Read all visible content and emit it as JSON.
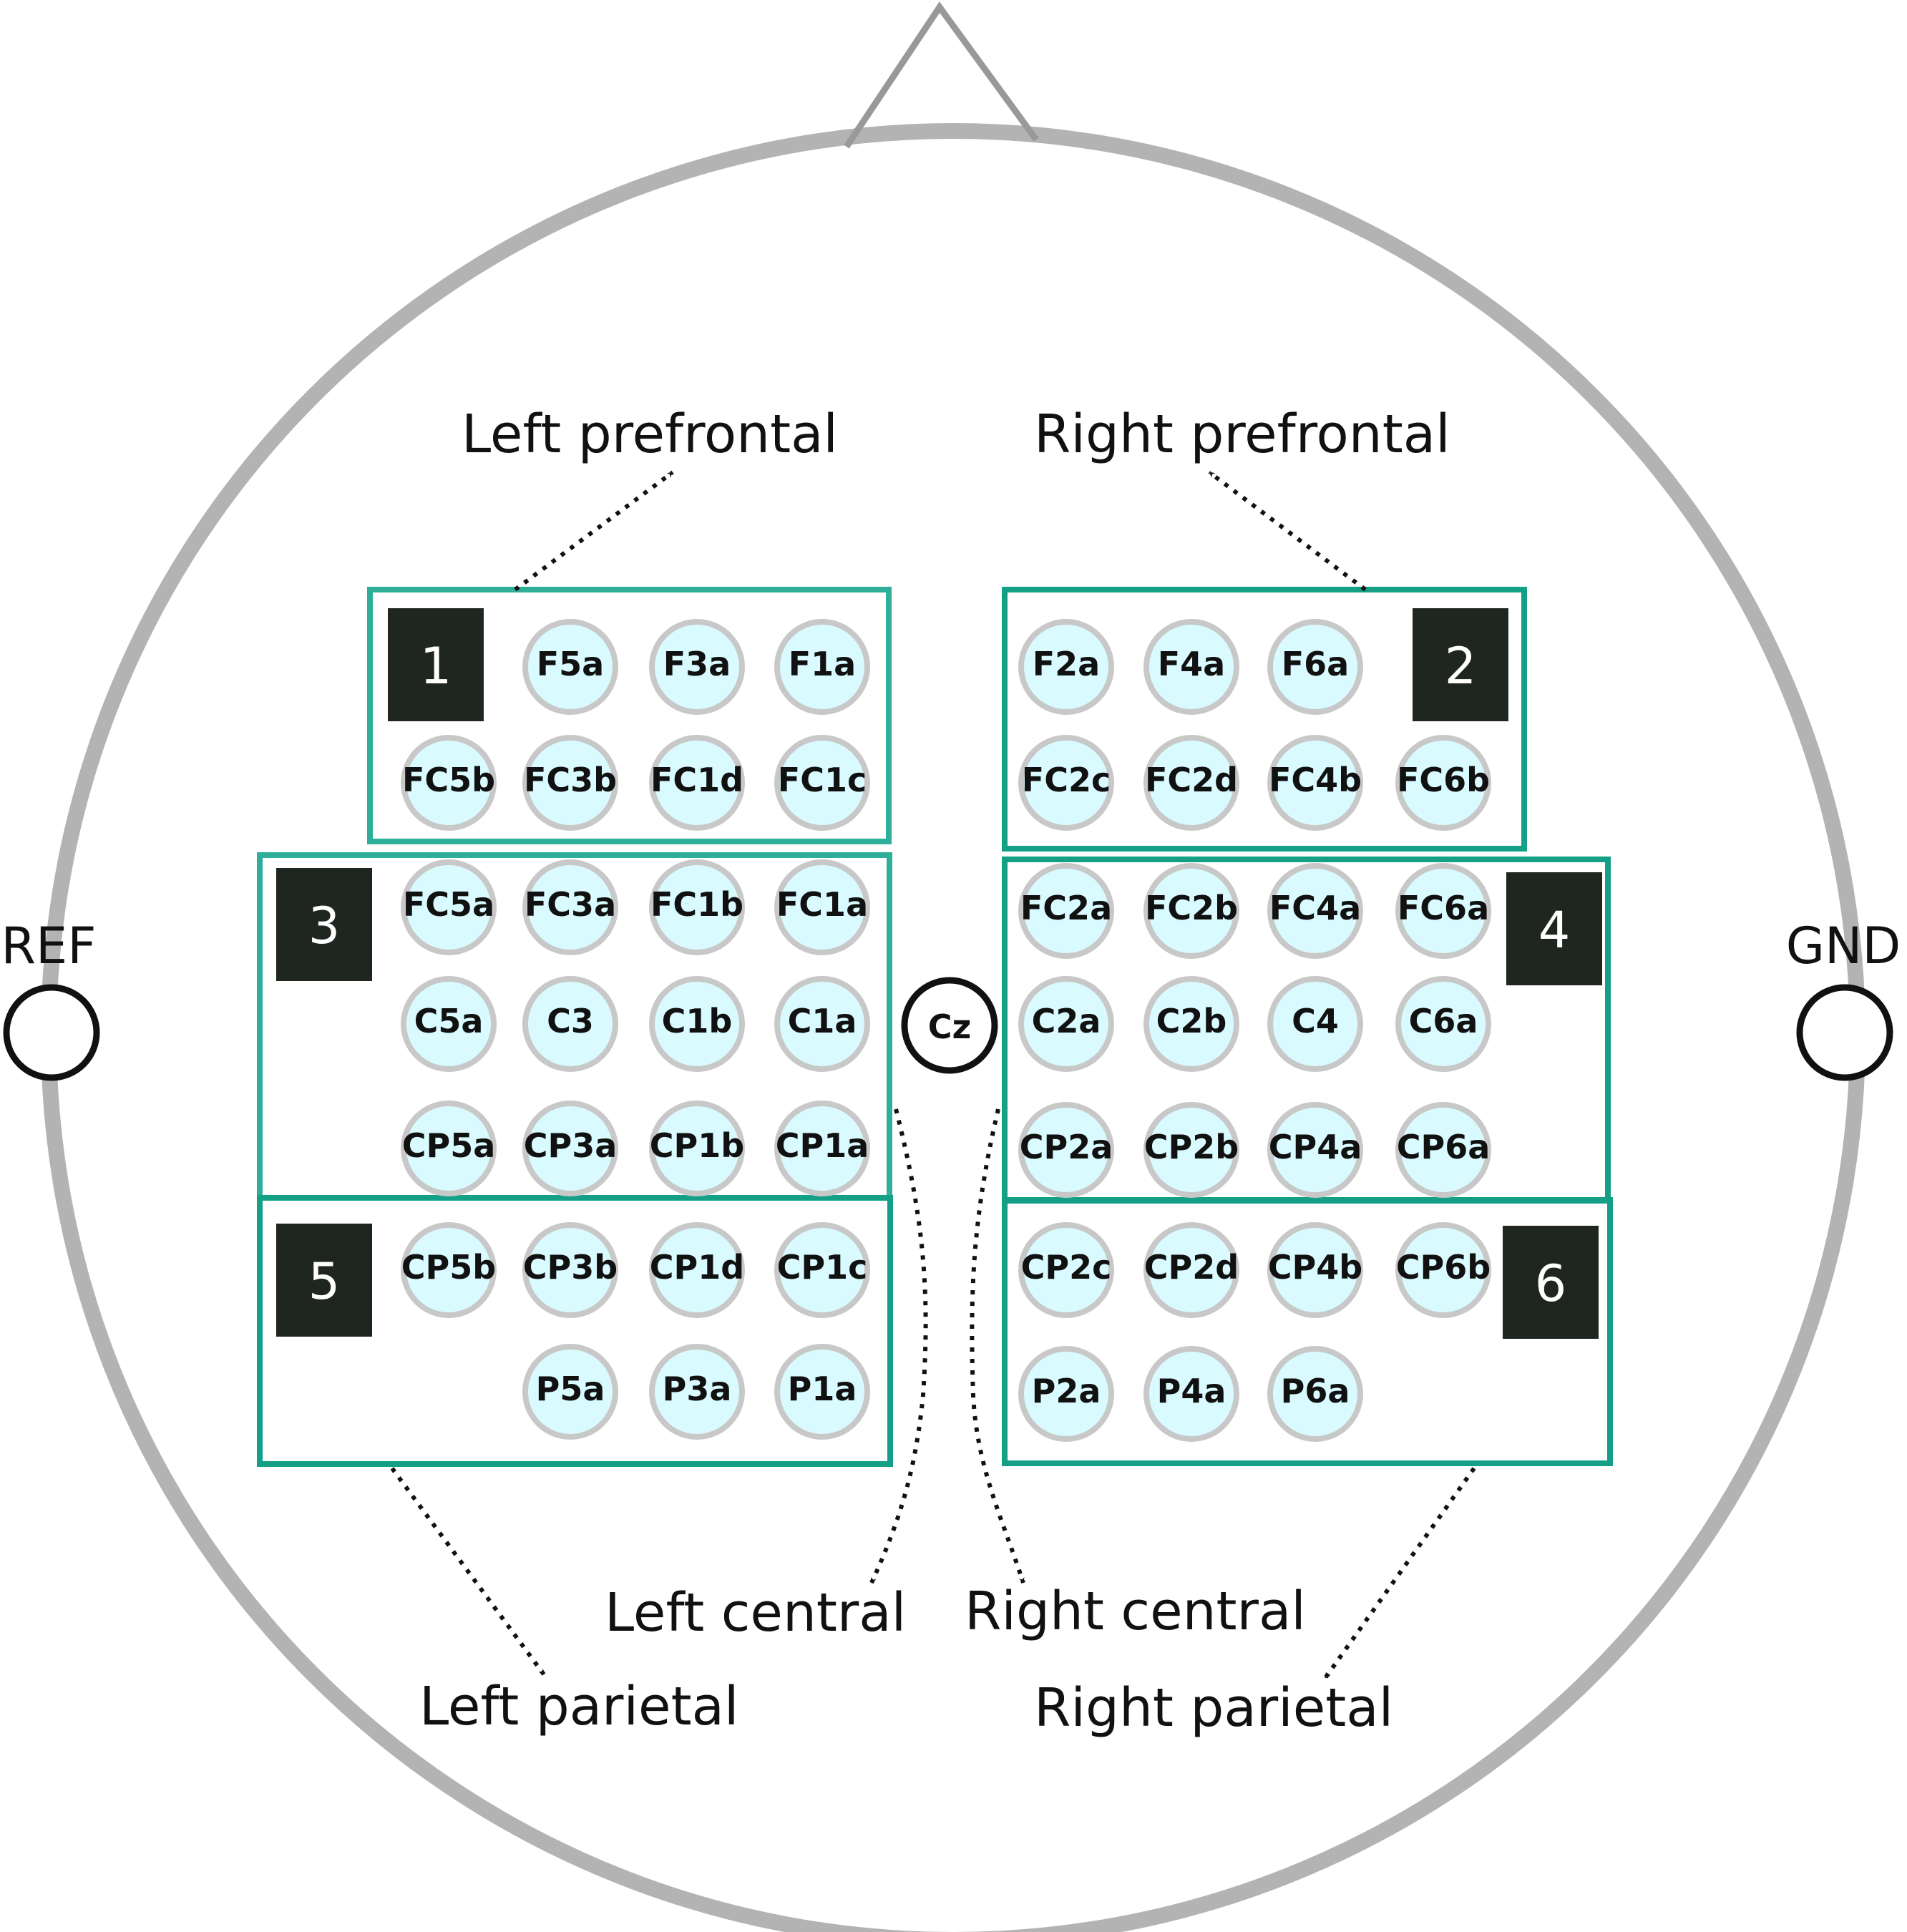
{
  "colors": {
    "head_outline": "#b3b3b3",
    "group_border": "#13a087",
    "group_border_light": "#2fae9a",
    "electrode_fill": "#d9fbff",
    "electrode_ring": "#c8c8c8",
    "number_box": "#1f2620",
    "arrow": "#111111"
  },
  "reference": {
    "ref_label": "REF",
    "gnd_label": "GND",
    "cz_label": "Cz"
  },
  "regions": {
    "left_prefrontal": "Left prefrontal",
    "right_prefrontal": "Right prefrontal",
    "left_central": "Left central",
    "right_central": "Right central",
    "left_parietal": "Left parietal",
    "right_parietal": "Right parietal"
  },
  "groups": [
    {
      "number": "1",
      "rows": [
        [
          "F5a",
          "F3a",
          "F1a"
        ],
        [
          "FC5b",
          "FC3b",
          "FC1d",
          "FC1c"
        ]
      ]
    },
    {
      "number": "2",
      "rows": [
        [
          "F2a",
          "F4a",
          "F6a"
        ],
        [
          "FC2c",
          "FC2d",
          "FC4b",
          "FC6b"
        ]
      ]
    },
    {
      "number": "3",
      "rows": [
        [
          "FC5a",
          "FC3a",
          "FC1b",
          "FC1a"
        ],
        [
          "C5a",
          "C3",
          "C1b",
          "C1a"
        ],
        [
          "CP5a",
          "CP3a",
          "CP1b",
          "CP1a"
        ]
      ]
    },
    {
      "number": "4",
      "rows": [
        [
          "FC2a",
          "FC2b",
          "FC4a",
          "FC6a"
        ],
        [
          "C2a",
          "C2b",
          "C4",
          "C6a"
        ],
        [
          "CP2a",
          "CP2b",
          "CP4a",
          "CP6a"
        ]
      ]
    },
    {
      "number": "5",
      "rows": [
        [
          "CP5b",
          "CP3b",
          "CP1d",
          "CP1c"
        ],
        [
          "P5a",
          "P3a",
          "P1a"
        ]
      ]
    },
    {
      "number": "6",
      "rows": [
        [
          "CP2c",
          "CP2d",
          "CP4b",
          "CP6b"
        ],
        [
          "P2a",
          "P4a",
          "P6a"
        ]
      ]
    }
  ]
}
